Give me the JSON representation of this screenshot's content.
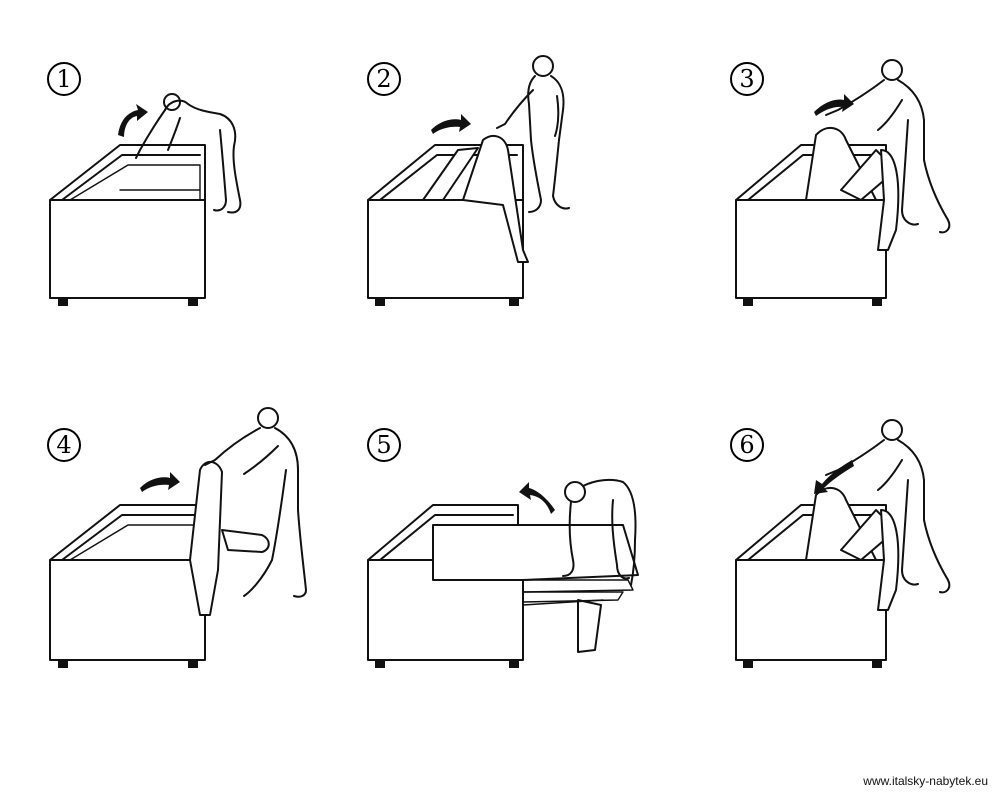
{
  "steps": [
    {
      "number": "1",
      "arrow": "up-right"
    },
    {
      "number": "2",
      "arrow": "right"
    },
    {
      "number": "3",
      "arrow": "up-right"
    },
    {
      "number": "4",
      "arrow": "right"
    },
    {
      "number": "5",
      "arrow": "up-left"
    },
    {
      "number": "6",
      "arrow": "down-left"
    }
  ],
  "footer": {
    "website": "www.italsky-nabytek.eu"
  }
}
